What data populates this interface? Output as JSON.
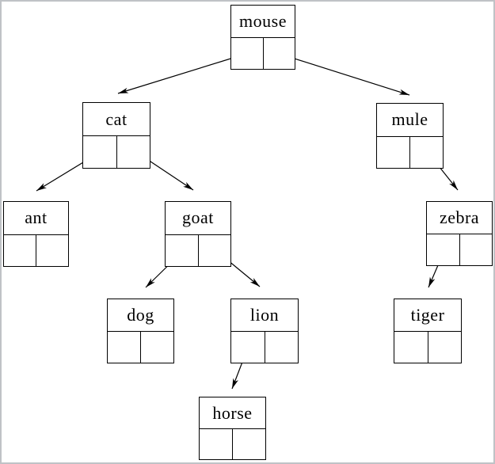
{
  "diagram": {
    "type": "binary-search-tree",
    "background_color": "#ffffff",
    "line_color": "#000000",
    "frame_border_color": "#bfc2c6",
    "nodes": [
      {
        "id": "mouse",
        "label": "mouse"
      },
      {
        "id": "cat",
        "label": "cat"
      },
      {
        "id": "mule",
        "label": "mule"
      },
      {
        "id": "ant",
        "label": "ant"
      },
      {
        "id": "goat",
        "label": "goat"
      },
      {
        "id": "zebra",
        "label": "zebra"
      },
      {
        "id": "dog",
        "label": "dog"
      },
      {
        "id": "lion",
        "label": "lion"
      },
      {
        "id": "tiger",
        "label": "tiger"
      },
      {
        "id": "horse",
        "label": "horse"
      }
    ],
    "edges": [
      {
        "from": "mouse",
        "pointer": "left",
        "to": "cat"
      },
      {
        "from": "mouse",
        "pointer": "right",
        "to": "mule"
      },
      {
        "from": "cat",
        "pointer": "left",
        "to": "ant"
      },
      {
        "from": "cat",
        "pointer": "right",
        "to": "goat"
      },
      {
        "from": "mule",
        "pointer": "right",
        "to": "zebra"
      },
      {
        "from": "goat",
        "pointer": "left",
        "to": "dog"
      },
      {
        "from": "goat",
        "pointer": "right",
        "to": "lion"
      },
      {
        "from": "zebra",
        "pointer": "left",
        "to": "tiger"
      },
      {
        "from": "lion",
        "pointer": "left",
        "to": "horse"
      }
    ]
  }
}
